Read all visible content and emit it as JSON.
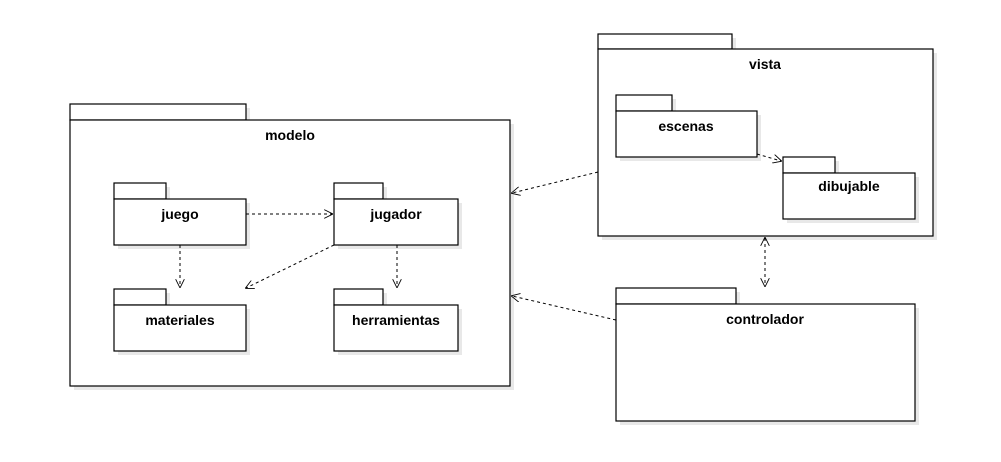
{
  "packages": {
    "modelo": "modelo",
    "juego": "juego",
    "jugador": "jugador",
    "materiales": "materiales",
    "herramientas": "herramientas",
    "vista": "vista",
    "escenas": "escenas",
    "dibujable": "dibujable",
    "controlador": "controlador"
  },
  "dependencies": [
    {
      "from": "juego",
      "to": "jugador"
    },
    {
      "from": "juego",
      "to": "materiales"
    },
    {
      "from": "jugador",
      "to": "materiales"
    },
    {
      "from": "jugador",
      "to": "herramientas"
    },
    {
      "from": "escenas",
      "to": "dibujable"
    },
    {
      "from": "vista",
      "to": "modelo"
    },
    {
      "from": "controlador",
      "to": "modelo"
    },
    {
      "from": "vista",
      "to": "controlador",
      "bidirectional": true
    }
  ]
}
